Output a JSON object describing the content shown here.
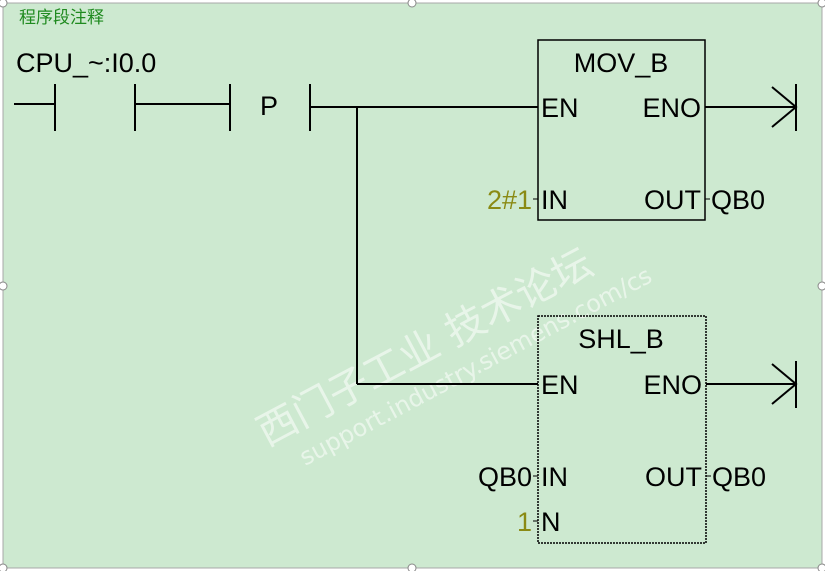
{
  "network": {
    "comment": "程序段注释",
    "contact_address": "CPU_~:I0.0",
    "edge_label": "P"
  },
  "blocks": [
    {
      "name": "MOV_B",
      "en": "EN",
      "eno": "ENO",
      "in_label": "IN",
      "in_value": "2#1",
      "out_label": "OUT",
      "out_value": "QB0"
    },
    {
      "name": "SHL_B",
      "en": "EN",
      "eno": "ENO",
      "in_label": "IN",
      "in_value": "QB0",
      "n_label": "N",
      "n_value": "1",
      "out_label": "OUT",
      "out_value": "QB0"
    }
  ],
  "watermark": {
    "line1": "西门子工业  技术论坛",
    "line2": "support.industry.siemens.com/cs"
  },
  "colors": {
    "background": "#cde9d0",
    "comment": "#1f8a1f",
    "constant": "#8a8a14"
  }
}
